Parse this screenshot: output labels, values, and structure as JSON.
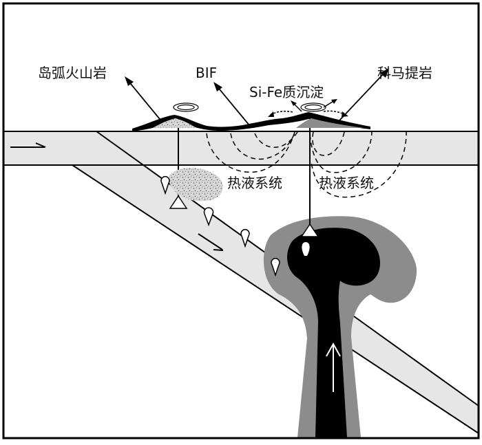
{
  "labels": {
    "island_arc_volcanics": "岛弧火山岩",
    "bif": "BIF",
    "komatiite": "科马提岩",
    "si_fe_deposition": "Si-Fe质沉淀",
    "hydrothermal_left": "热液系统",
    "hydrothermal_right": "热液系统"
  },
  "colors": {
    "frame": "#000000",
    "crust_band": "#e6e6e6",
    "plume_core": "#000000",
    "plume_halo": "#8c8c8c",
    "background": "#ffffff"
  },
  "icons": [
    "flow-arrow-right",
    "subduction-arrow",
    "upwelling-arrow",
    "droplet-marker",
    "triangle-marker",
    "vortex-symbol"
  ]
}
